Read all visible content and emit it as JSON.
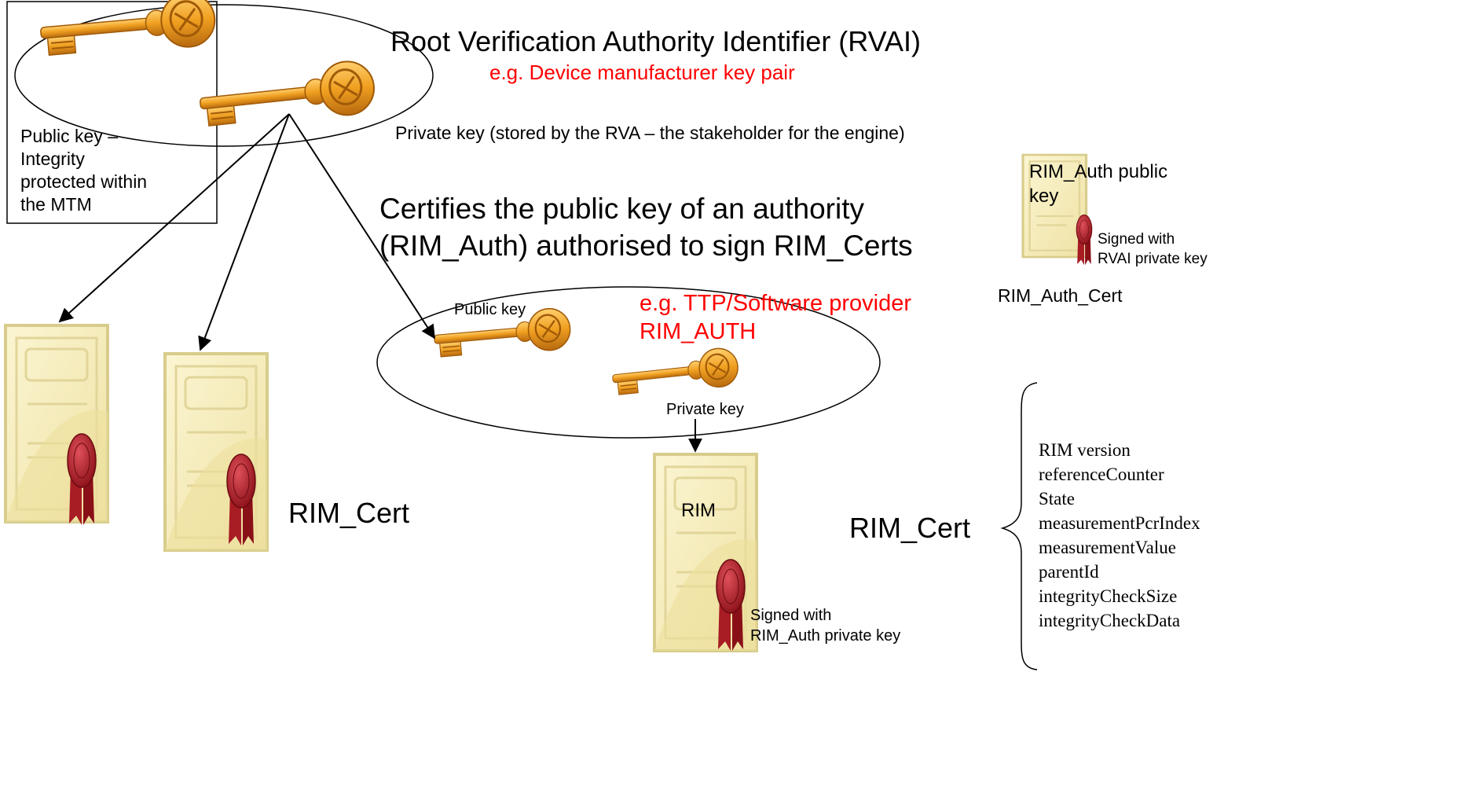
{
  "colors": {
    "key_gold": "#f0a020",
    "key_dark": "#b86a10",
    "cert_paper": "#f7eebc",
    "cert_border": "#d8cc8c",
    "ribbon": "#a81c24",
    "red_text": "#ff0000"
  },
  "rvai": {
    "title": "Root Verification Authority Identifier (RVAI)",
    "example": "e.g. Device manufacturer key pair",
    "public_key_label": "Public key – Integrity protected within the MTM",
    "public_key_lines": [
      "Public key –",
      "Integrity",
      "protected within",
      "the MTM"
    ],
    "private_key_label": "Private key (stored by the RVA – the stakeholder for the engine)"
  },
  "certifies_text": [
    "Certifies the public key of an authority",
    "(RIM_Auth) authorised to sign RIM_Certs"
  ],
  "rim_auth_cert": {
    "cert_title_lines": [
      "RIM_Auth public",
      "key"
    ],
    "signed_lines": [
      "Signed with",
      "RVAI private key"
    ],
    "caption": "RIM_Auth_Cert"
  },
  "rim_auth": {
    "public_key_label": "Public key",
    "example_lines": [
      "e.g. TTP/Software provider",
      "RIM_AUTH"
    ],
    "private_key_label": "Private key"
  },
  "left_certs_caption": "RIM_Cert",
  "rim_cert": {
    "cert_title": "RIM",
    "signed_lines": [
      "Signed with",
      "RIM_Auth private key"
    ],
    "caption": "RIM_Cert",
    "fields": [
      "RIM version",
      "referenceCounter",
      "State",
      "measurementPcrIndex",
      "measurementValue",
      "parentId",
      "integrityCheckSize",
      "integrityCheckData"
    ]
  },
  "icons": [
    "key-icon",
    "certificate-icon",
    "ribbon-seal-icon"
  ]
}
